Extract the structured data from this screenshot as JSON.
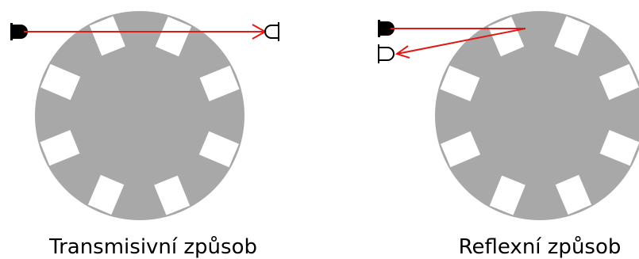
{
  "colors": {
    "disk": "#a8a8a8",
    "slot": "#ffffff",
    "beam": "#e01818",
    "component": "#000000"
  },
  "diagrams": [
    {
      "id": "transmissive",
      "caption": "Transmisivní způsob",
      "slot_count": 8
    },
    {
      "id": "reflective",
      "caption": "Reflexní způsob",
      "slot_count": 8
    }
  ]
}
